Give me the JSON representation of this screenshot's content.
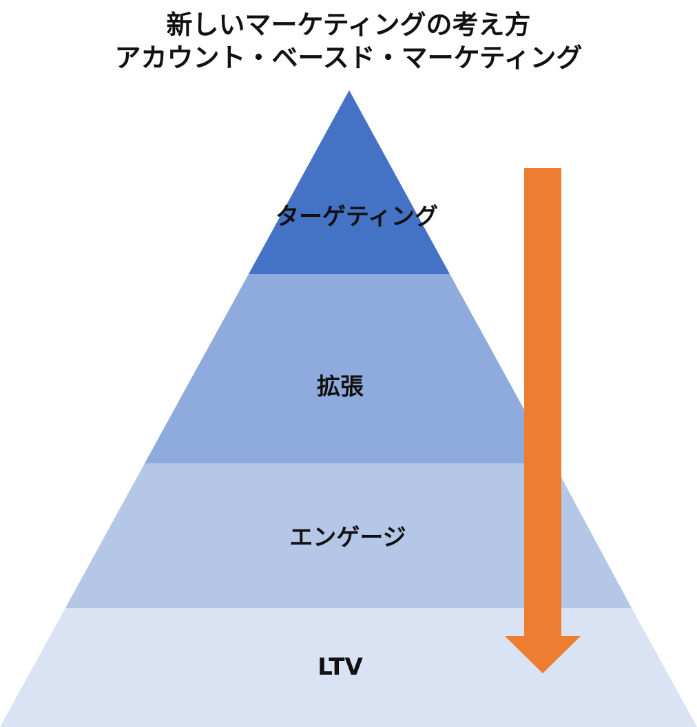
{
  "title": {
    "line1": "新しいマーケティングの考え方",
    "line2": "アカウント・ベースド・マーケティング"
  },
  "pyramid": {
    "tiers": [
      {
        "label": "ターゲティング",
        "color": "#4472C4"
      },
      {
        "label": "拡張",
        "color": "#8FAADC"
      },
      {
        "label": "エンゲージ",
        "color": "#B4C7E7"
      },
      {
        "label": "LTV",
        "color": "#DAE3F3"
      }
    ]
  },
  "arrow": {
    "color": "#ED7D31",
    "direction": "down"
  }
}
